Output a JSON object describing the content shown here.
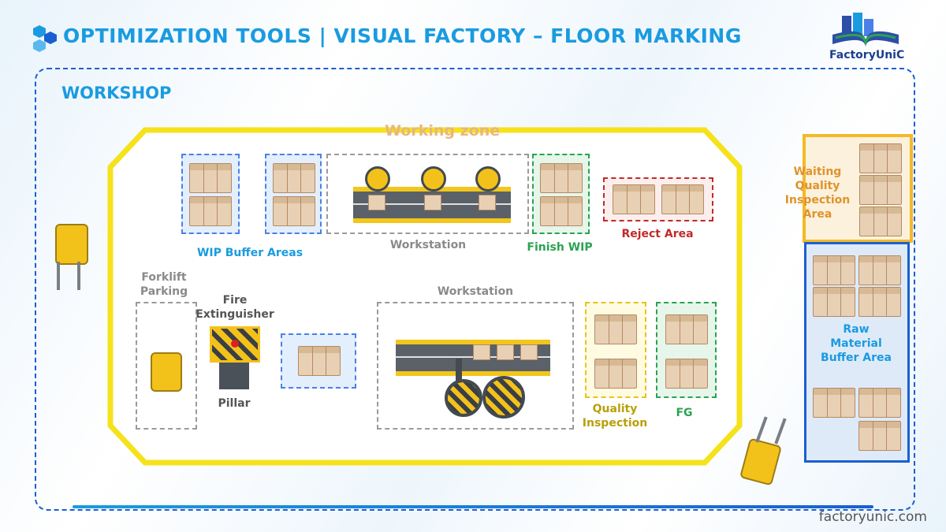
{
  "header": {
    "title": "OPTIMIZATION TOOLS | VISUAL FACTORY – FLOOR MARKING",
    "brand": "FactoryUniC",
    "website": "factoryunic.com"
  },
  "workshop": {
    "label": "WORKSHOP"
  },
  "zones": {
    "working": "Working zone",
    "wip_buffer": "WIP Buffer Areas",
    "workstation_top": "Workstation",
    "finish_wip": "Finish WIP",
    "reject": "Reject Area",
    "waiting_qi": "Waiting Quality Inspection Area",
    "forklift_parking": "Forklift Parking",
    "fire_ext": "Fire Extinguisher",
    "pillar": "Pillar",
    "workstation_bottom": "Workstation",
    "quality_inspection": "Quality Inspection",
    "fg": "FG",
    "raw_material": "Raw Material Buffer Area"
  },
  "colors": {
    "blue": "#1a9be0",
    "yellow": "#f5e21b",
    "green": "#2aa351",
    "red": "#c12a2a",
    "orange": "#e0932a",
    "gold": "#b8a00a"
  }
}
